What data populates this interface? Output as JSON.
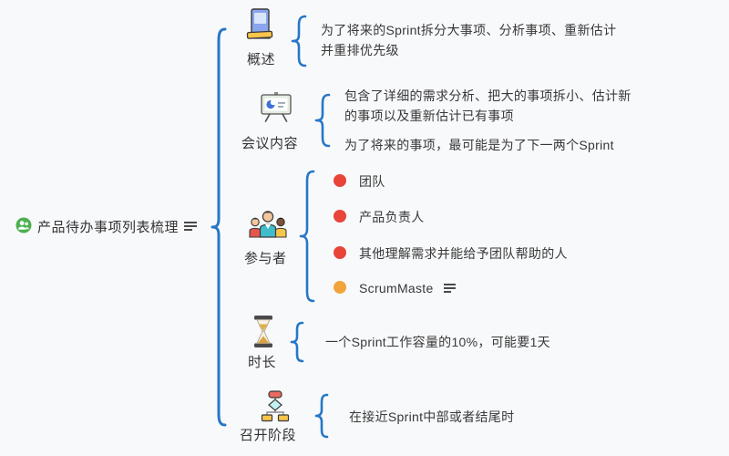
{
  "root": {
    "label": "产品待办事项列表梳理",
    "icon": "people-badge-icon",
    "has_notes": true
  },
  "branches": [
    {
      "label": "概述",
      "icon": "book-icon",
      "children": [
        {
          "text": "为了将来的Sprint拆分大事项、分析事项、重新估计并重排优先级"
        }
      ]
    },
    {
      "label": "会议内容",
      "icon": "presentation-board-icon",
      "children": [
        {
          "text": "包含了详细的需求分析、把大的事项拆小、估计新的事项以及重新估计已有事项"
        },
        {
          "text": "为了将来的事项，最可能是为了下一两个Sprint"
        }
      ]
    },
    {
      "label": "参与者",
      "icon": "people-group-icon",
      "children": [
        {
          "text": "团队",
          "marker_color": "#E8443A"
        },
        {
          "text": "产品负责人",
          "marker_color": "#E8443A"
        },
        {
          "text": "其他理解需求并能给予团队帮助的人",
          "marker_color": "#E8443A"
        },
        {
          "text": "ScrumMaste",
          "marker_color": "#F2A43C",
          "has_notes": true
        }
      ]
    },
    {
      "label": "时长",
      "icon": "hourglass-icon",
      "children": [
        {
          "text": "一个Sprint工作容量的10%，可能要1天"
        }
      ]
    },
    {
      "label": "召开阶段",
      "icon": "flowchart-icon",
      "children": [
        {
          "text": "在接近Sprint中部或者结尾时"
        }
      ]
    }
  ],
  "colors": {
    "background": "#F8F9FB",
    "brace": "#2677C6",
    "text": "#333333",
    "red_marker": "#E8443A",
    "orange_marker": "#F2A43C",
    "root_badge_green": "#4DB050"
  }
}
